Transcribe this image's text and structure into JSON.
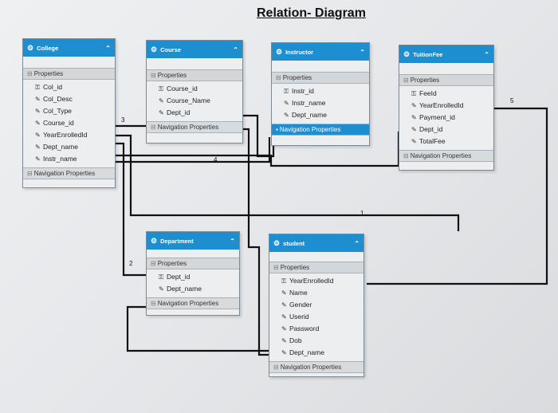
{
  "title": "Relation- Diagram",
  "icons": {
    "entity": "entity-icon",
    "collapse": "chevron-up-icon",
    "key": "key-icon",
    "property": "wrench-icon"
  },
  "entities": {
    "college": {
      "name": "College",
      "properties_label": "Properties",
      "nav_label": "Navigation Properties",
      "props": [
        {
          "name": "Col_id",
          "key": true
        },
        {
          "name": "Col_Desc",
          "key": false
        },
        {
          "name": "Col_Type",
          "key": false
        },
        {
          "name": "Course_id",
          "key": false
        },
        {
          "name": "YearEnrolledId",
          "key": false
        },
        {
          "name": "Dept_name",
          "key": false
        },
        {
          "name": "Instr_name",
          "key": false
        }
      ]
    },
    "course": {
      "name": "Course",
      "properties_label": "Properties",
      "nav_label": "Navigation Properties",
      "props": [
        {
          "name": "Course_id",
          "key": true
        },
        {
          "name": "Course_Name",
          "key": false
        },
        {
          "name": "Dept_id",
          "key": false
        }
      ]
    },
    "instructor": {
      "name": "Instructor",
      "properties_label": "Properties",
      "nav_label": "Navigation Properties",
      "props": [
        {
          "name": "Instr_id",
          "key": true
        },
        {
          "name": "Instr_name",
          "key": false
        },
        {
          "name": "Dept_name",
          "key": false
        }
      ]
    },
    "tuitionfee": {
      "name": "TuitionFee",
      "properties_label": "Properties",
      "nav_label": "Navigation Properties",
      "props": [
        {
          "name": "FeeId",
          "key": true
        },
        {
          "name": "YearEnrolledId",
          "key": false
        },
        {
          "name": "Payment_id",
          "key": false
        },
        {
          "name": "Dept_id",
          "key": false
        },
        {
          "name": "TotalFee",
          "key": false
        }
      ]
    },
    "department": {
      "name": "Department",
      "properties_label": "Properties",
      "nav_label": "Navigation Properties",
      "props": [
        {
          "name": "Dept_id",
          "key": true
        },
        {
          "name": "Dept_name",
          "key": false
        }
      ]
    },
    "student": {
      "name": "student",
      "properties_label": "Properties",
      "nav_label": "Navigation Properties",
      "props": [
        {
          "name": "YearEnrolledId",
          "key": true
        },
        {
          "name": "Name",
          "key": false
        },
        {
          "name": "Gender",
          "key": false
        },
        {
          "name": "Userid",
          "key": false
        },
        {
          "name": "Password",
          "key": false
        },
        {
          "name": "Dob",
          "key": false
        },
        {
          "name": "Dept_name",
          "key": false
        }
      ]
    }
  },
  "relation_numbers": {
    "r1": "1",
    "r2": "2",
    "r3": "3",
    "r4": "4",
    "r5": "5"
  }
}
